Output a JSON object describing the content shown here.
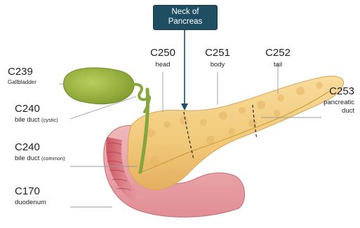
{
  "callout": {
    "line1": "Neck of",
    "line2": "Pancreas"
  },
  "labels": {
    "c239": {
      "code": "C239",
      "name": "Gallbladder"
    },
    "c240a": {
      "code": "C240",
      "name": "bile duct",
      "qualifier": "(cystic)"
    },
    "c240b": {
      "code": "C240",
      "name": "bile duct",
      "qualifier": "(common)"
    },
    "c170": {
      "code": "C170",
      "name": "duodenum"
    },
    "c250": {
      "code": "C250",
      "name": "head"
    },
    "c251": {
      "code": "C251",
      "name": "body"
    },
    "c252": {
      "code": "C252",
      "name": "tail"
    },
    "c253": {
      "code": "C253",
      "name1": "pancreatic",
      "name2": "duct"
    }
  },
  "colors": {
    "callout_fill": "#1f4e63",
    "pancreas": "#f3cf86",
    "gallbladder": "#9bb63f",
    "duodenum": "#d9707a",
    "bile_duct": "#86a53a"
  }
}
